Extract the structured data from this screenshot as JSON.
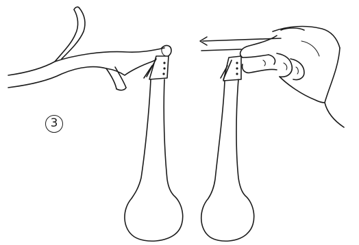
{
  "figure": {
    "step_number": "3",
    "colors": {
      "ink": "#1a1a1a",
      "paper": "#ffffff"
    },
    "icons": [
      "tree-branch",
      "hanging-gourd-ornament-left",
      "hanging-gourd-ornament-right",
      "hand",
      "pull-arrow"
    ]
  }
}
